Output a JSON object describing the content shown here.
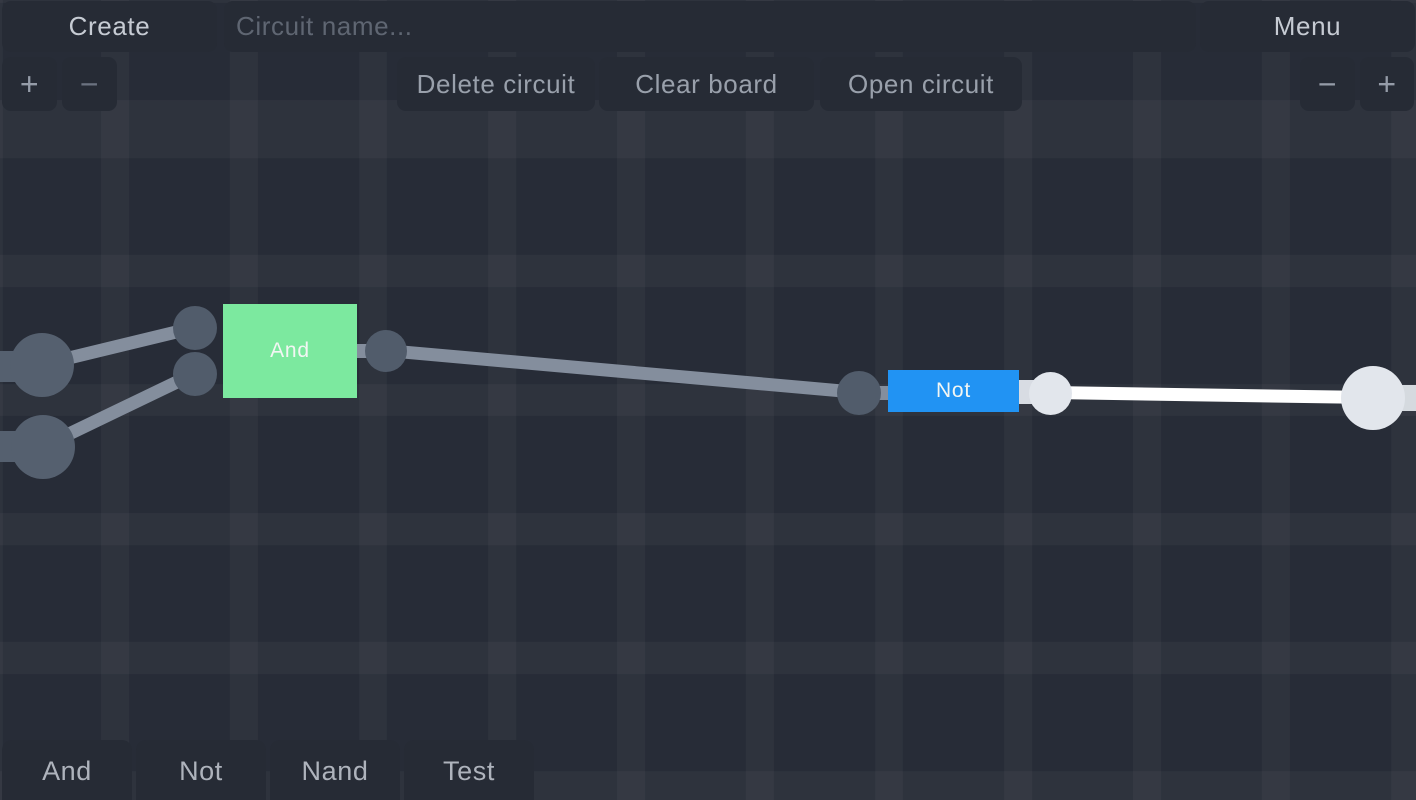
{
  "top_bar": {
    "create_label": "Create",
    "circuit_name_placeholder": "Circuit name...",
    "circuit_name_value": "",
    "menu_label": "Menu"
  },
  "zoom_controls": {
    "zoom_in_label": "+",
    "zoom_out_label": "−"
  },
  "board_actions": {
    "delete_circuit_label": "Delete circuit",
    "clear_board_label": "Clear board",
    "open_circuit_label": "Open circuit"
  },
  "canvas": {
    "gates": [
      {
        "type": "and",
        "label": "And",
        "color": "#7ce99f"
      },
      {
        "type": "not",
        "label": "Not",
        "color": "#2193f3"
      }
    ],
    "colors": {
      "wire_off": "#848e9d",
      "wire_on": "#ffffff",
      "pin_off": "#515c6b",
      "node_off": "#55606f",
      "node_on": "#e2e6ec",
      "connector_on": "#d8dce3"
    }
  },
  "palette": {
    "items": [
      {
        "label": "And"
      },
      {
        "label": "Not"
      },
      {
        "label": "Nand"
      },
      {
        "label": "Test"
      }
    ]
  }
}
